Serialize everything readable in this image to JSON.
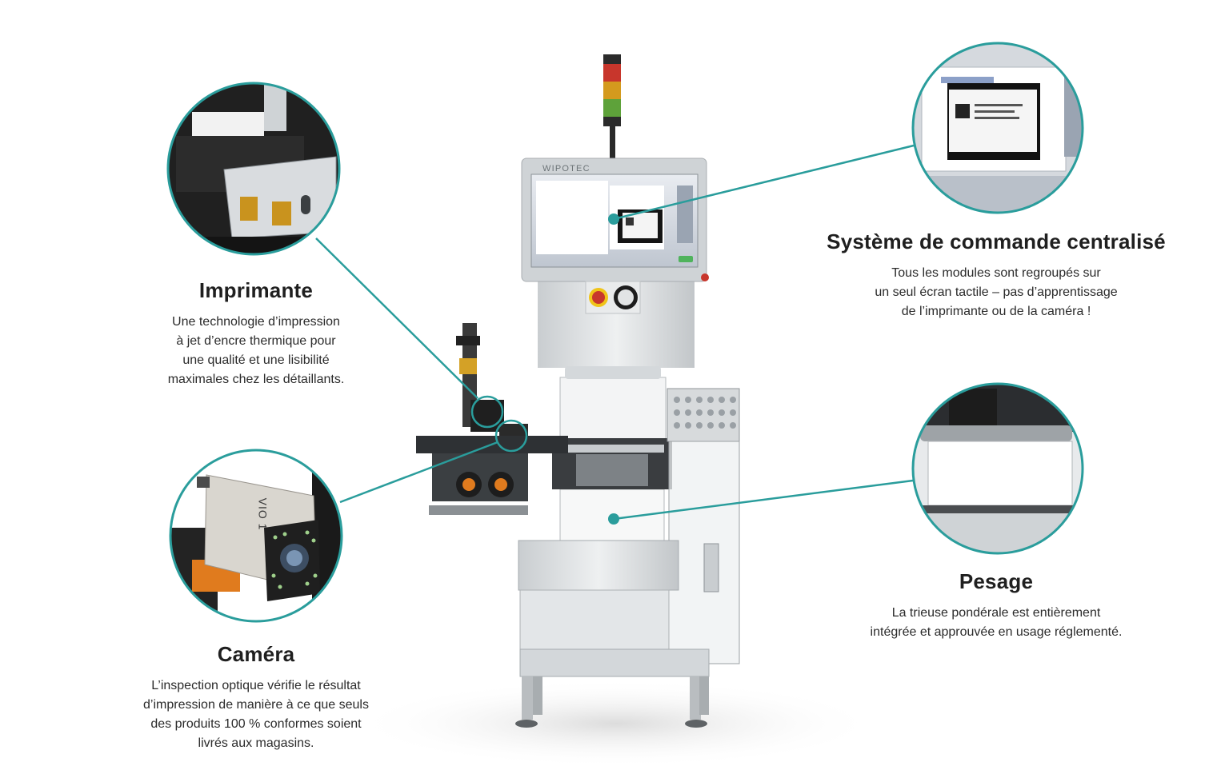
{
  "brand": {
    "logo": "WIPOTEC"
  },
  "camera_module": {
    "label": "VIO 1"
  },
  "colors": {
    "accent": "#2a9d9c",
    "text": "#1f1f1f",
    "steel": "#d9dcde"
  },
  "callouts": {
    "printer": {
      "title": "Imprimante",
      "lines": [
        "Une technologie d’impression",
        "à jet d’encre thermique pour",
        "une qualité et une lisibilité",
        "maximales chez les détaillants."
      ]
    },
    "camera": {
      "title": "Caméra",
      "lines": [
        "L’inspection optique vérifie le résultat",
        "d’impression de manière à ce que seuls",
        "des produits 100 % conformes soient",
        "livrés aux magasins."
      ]
    },
    "control": {
      "title": "Système de commande centralisé",
      "lines": [
        "Tous les modules sont regroupés sur",
        "un seul écran tactile – pas d’apprentissage",
        "de l’imprimante ou de la caméra !"
      ]
    },
    "weighing": {
      "title": "Pesage",
      "lines": [
        "La trieuse pondérale est entièrement",
        "intégrée et approuvée en usage réglementé."
      ]
    }
  },
  "icons": {
    "signal_tower": "signal-tower-icon",
    "emergency_stop": "emergency-stop-icon",
    "rfid_reader": "rfid-reader-icon"
  }
}
